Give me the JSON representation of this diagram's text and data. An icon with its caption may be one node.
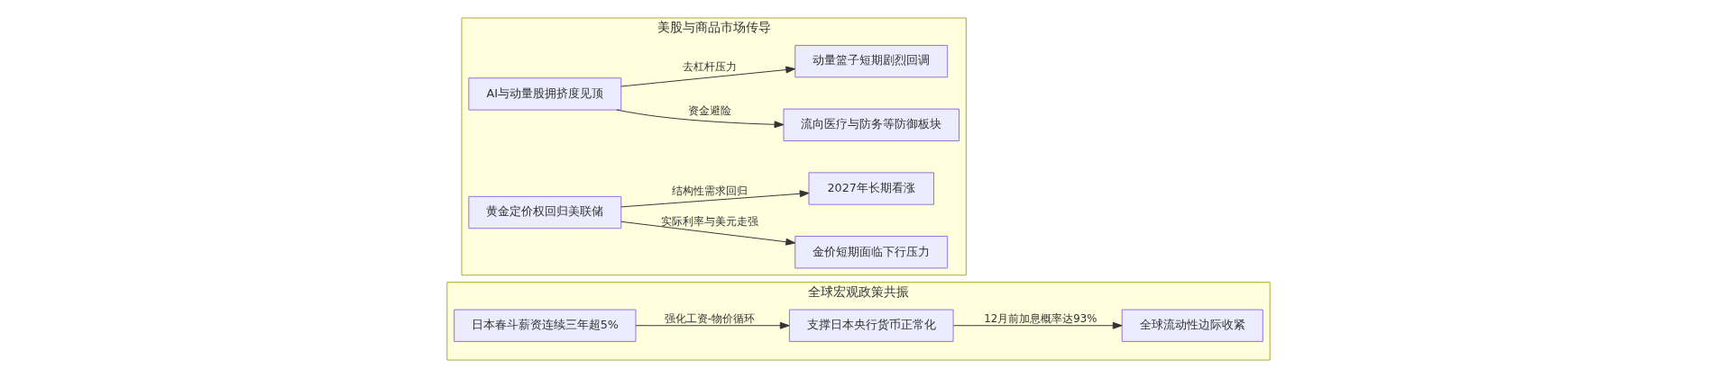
{
  "diagram": {
    "nodes": [
      {
        "text": [
          "全球宏观政策共振"
        ]
      },
      {
        "text": [
          "日本春斗薪资连续三年超5%"
        ],
        "in": 0
      },
      {
        "text": [
          "支撑日本央行货币正常化"
        ],
        "in": 0
      },
      {
        "text": [
          "全球流动性边际收紧"
        ],
        "in": 0
      },
      {
        "text": [
          "美股与商品市场传导"
        ]
      },
      {
        "text": [
          "AI与动量股拥挤度见顶"
        ],
        "in": 4
      },
      {
        "text": [
          "流向医疗与防务等防御板块"
        ],
        "in": 4
      },
      {
        "text": [
          "动量篮子短期剧烈回调"
        ],
        "in": 4
      },
      {
        "text": [
          "黄金定价权回归美联储"
        ],
        "in": 4
      },
      {
        "text": [
          "金价短期面临下行压力"
        ],
        "in": 4
      },
      {
        "text": [
          "2027年长期看涨"
        ],
        "in": 4
      }
    ],
    "edges": [
      {
        "from": 1,
        "to": 2,
        "arrow": "to",
        "label": "强化工资-物价循环"
      },
      {
        "from": 2,
        "to": 3,
        "arrow": "to",
        "label": "12月前加息概率达93%"
      },
      {
        "from": 5,
        "to": 6,
        "arrow": "to",
        "label": "资金避险"
      },
      {
        "from": 5,
        "to": 7,
        "arrow": "to",
        "label": "去杠杆压力"
      },
      {
        "from": 8,
        "to": 9,
        "arrow": "to",
        "label": "实际利率与美元走强"
      },
      {
        "from": 8,
        "to": 10,
        "arrow": "to",
        "label": "结构性需求回归"
      }
    ]
  }
}
